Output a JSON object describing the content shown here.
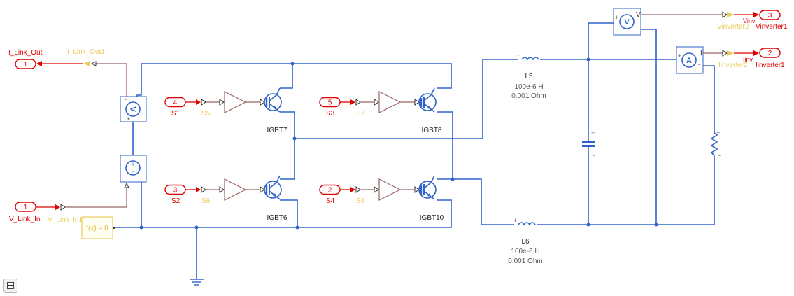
{
  "diagram": {
    "inports": [
      {
        "id": "v_link_in",
        "number": "1",
        "name": "V_Link_In",
        "from_tag": "V_Link_In1"
      },
      {
        "id": "s1",
        "number": "4",
        "name": "S1",
        "tag": "S5",
        "igbt": "IGBT7"
      },
      {
        "id": "s3",
        "number": "5",
        "name": "S3",
        "tag": "S7",
        "igbt": "IGBT8"
      },
      {
        "id": "s2",
        "number": "3",
        "name": "S2",
        "tag": "S6",
        "igbt": "IGBT6"
      },
      {
        "id": "s4",
        "number": "2",
        "name": "S4",
        "tag": "S8",
        "igbt": "IGBT10"
      }
    ],
    "outports": [
      {
        "id": "i_link_out",
        "number": "1",
        "name": "I_Link_Out",
        "goto_tag": "I_Link_Out1"
      },
      {
        "id": "vinverter",
        "number": "3",
        "name": "Vinverter1",
        "goto_tag": "Vinverter2",
        "signal": "Vinv"
      },
      {
        "id": "iinverter",
        "number": "2",
        "name": "Iinverter1",
        "goto_tag": "Iinverter2",
        "signal": "Iinv"
      }
    ],
    "igbts": [
      "IGBT7",
      "IGBT8",
      "IGBT6",
      "IGBT10"
    ],
    "inductors": [
      {
        "name": "L5",
        "inductance": "100e-6 H",
        "resistance": "0.001 Ohm"
      },
      {
        "name": "L6",
        "inductance": "100e-6 H",
        "resistance": "0.001 Ohm"
      }
    ],
    "solver": {
      "label": "f(x) = 0"
    },
    "sensors": {
      "dc_current": {
        "symbol": "A",
        "plus": "+",
        "minus": "−"
      },
      "dc_voltage_source": {
        "plus": "+",
        "minus": "−"
      },
      "ac_voltage": {
        "symbol": "V",
        "out": "V",
        "plus": "+",
        "minus": "-"
      },
      "ac_current": {
        "symbol": "A",
        "out": "I",
        "plus": "+",
        "minus": "-"
      }
    },
    "capacitor": {
      "plus": "+",
      "minus": "-"
    },
    "resistor": {
      "plus": "+",
      "minus": "-"
    }
  },
  "ui": {
    "zoom_button_icon": "minimize-icon"
  }
}
